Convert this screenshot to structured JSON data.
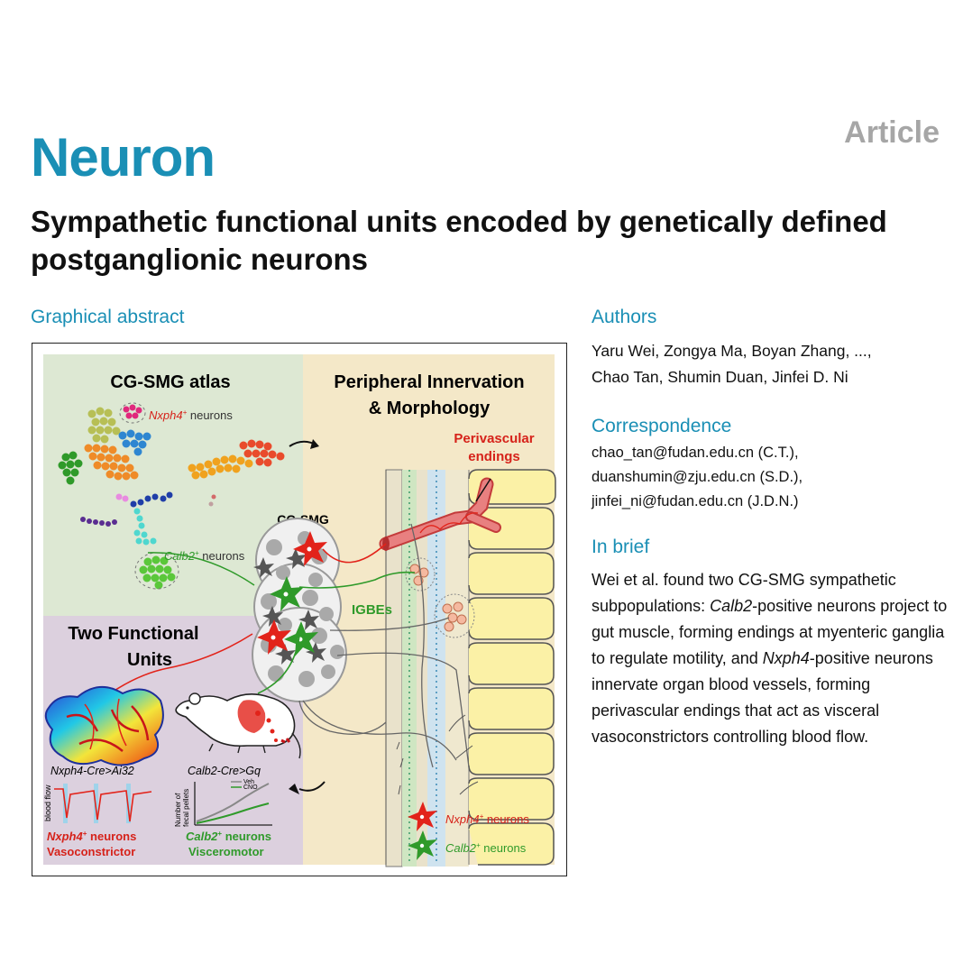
{
  "journal": "Neuron",
  "article_type": "Article",
  "title": "Sympathetic functional units encoded by genetically defined postganglionic neurons",
  "graphical_abstract_label": "Graphical abstract",
  "authors_label": "Authors",
  "authors_lines": [
    "Yaru Wei, Zongya Ma, Boyan Zhang, ...,",
    "Chao Tan, Shumin Duan, Jinfei D. Ni"
  ],
  "correspondence_label": "Correspondence",
  "correspondence": [
    "chao_tan@fudan.edu.cn (C.T.),",
    "duanshumin@zju.edu.cn (S.D.),",
    "jinfei_ni@fudan.edu.cn (J.D.N.)"
  ],
  "in_brief_label": "In brief",
  "in_brief": {
    "p1": "Wei et al. found two CG-SMG sympathetic subpopulations: ",
    "gene1": "Calb2",
    "p2": "-positive neurons project to gut muscle, forming endings at myenteric ganglia to regulate motility, and ",
    "gene2": "Nxph4",
    "p3": "-positive neurons innervate organ blood vessels, forming perivascular endings that act as visceral vasoconstrictors controlling blood flow."
  },
  "figure": {
    "atlas_title": "CG-SMG atlas",
    "nxph4_neurons": "Nxph4",
    "calb2_neurons": "Calb2",
    "neurons_word": " neurons",
    "plus": "+",
    "peripheral_title_1": "Peripheral Innervation",
    "peripheral_title_2": "& Morphology",
    "perivascular_1": "Perivascular",
    "perivascular_2": "endings",
    "cgsmg_label": "CG-SMG",
    "igbes_label": "IGBEs",
    "units_title_1": "Two Functional",
    "units_title_2": "Units",
    "nxph4_cre": "Nxph4-Cre>Ai32",
    "calb2_cre": "Calb2-Cre>Gq",
    "blood_flow": "blood flow",
    "fecal_1": "Number of",
    "fecal_2": "fecal pellets",
    "veh": "Veh",
    "cno": "CNO",
    "nxph4_result_2": "Vasoconstrictor",
    "calb2_result_2": "Visceromotor",
    "legend_nxph4": "Nxph4",
    "legend_calb2": "Calb2",
    "colors": {
      "accent": "#1a8fb5",
      "red": "#e2231a",
      "green": "#2f9a2a",
      "atlas_bg": "#dde8d3",
      "units_bg": "#dcd0de",
      "periph_bg": "#f4e8c8"
    }
  }
}
